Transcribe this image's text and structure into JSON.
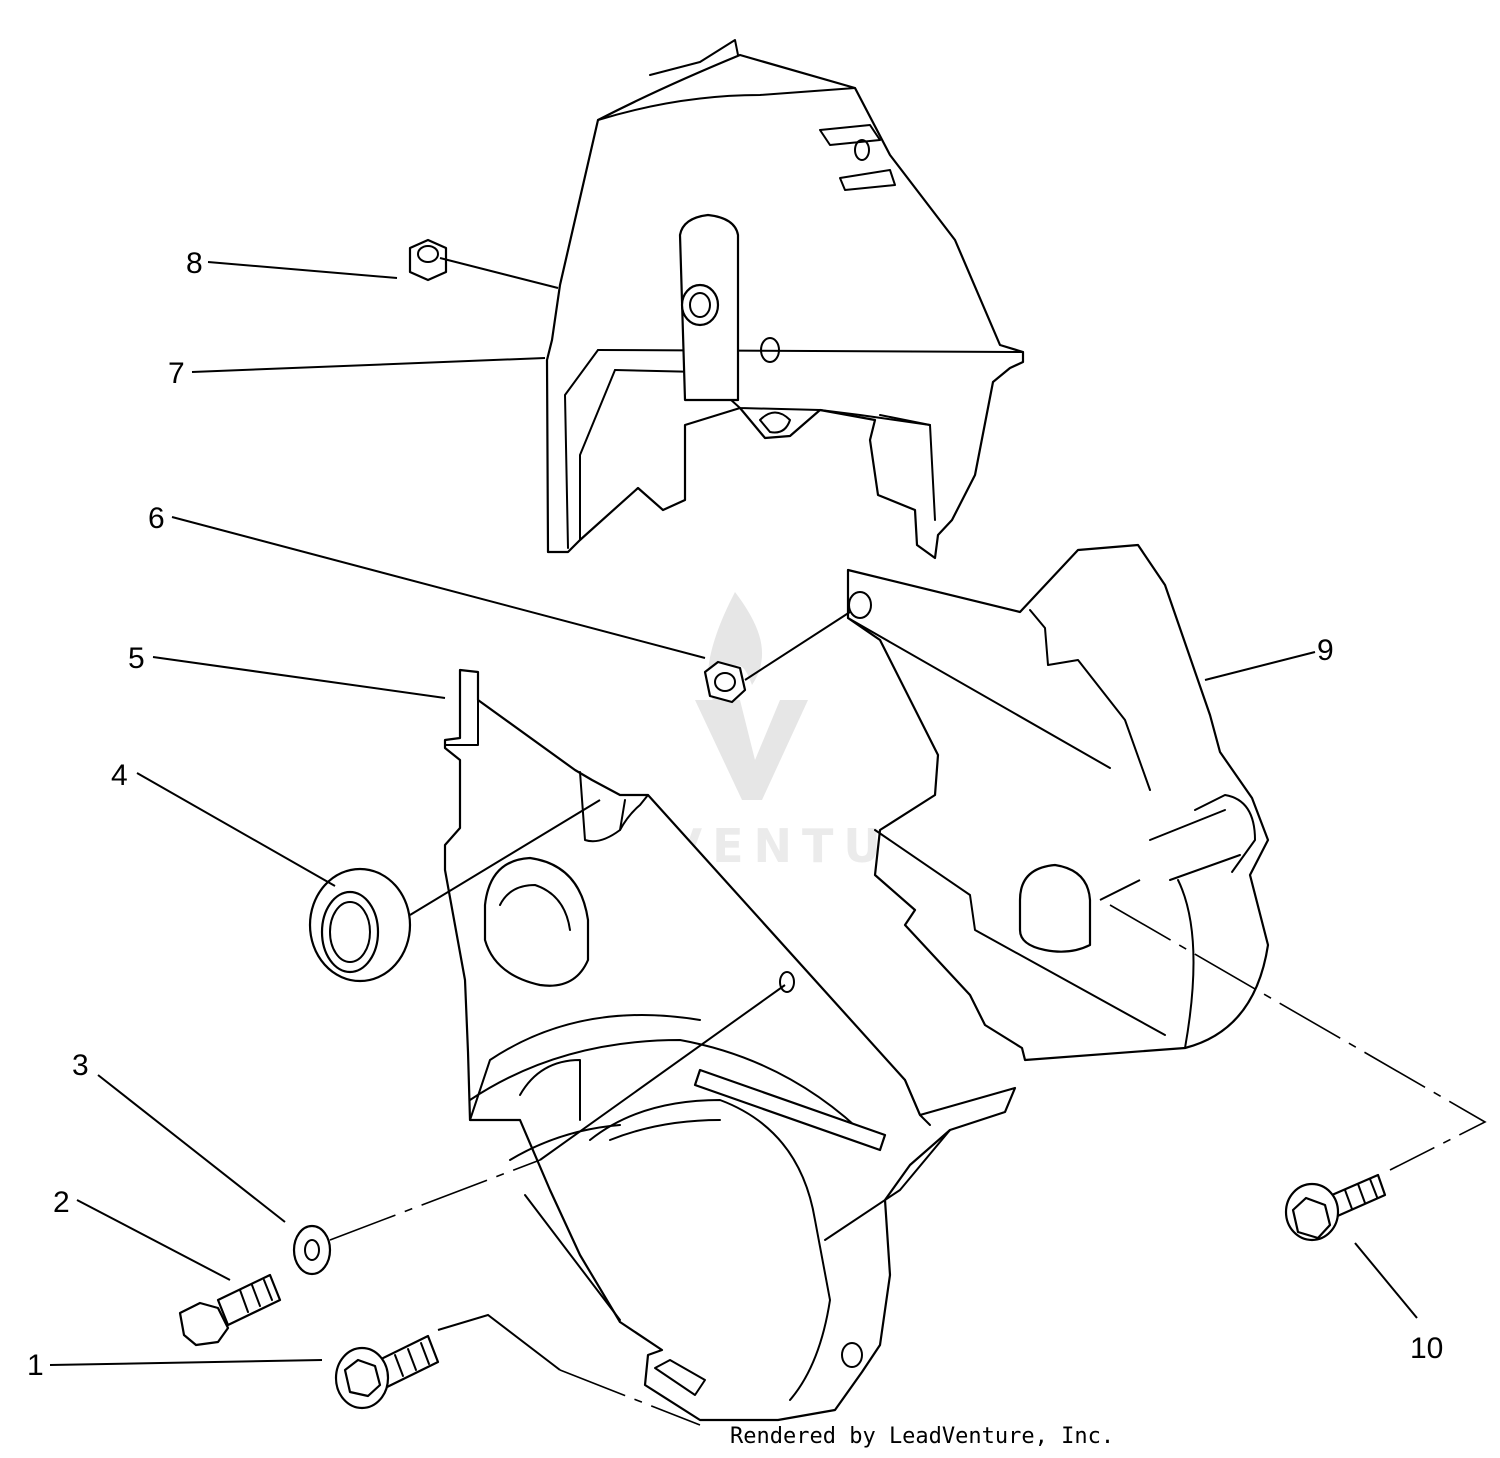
{
  "callouts": [
    {
      "id": "1",
      "label": "1"
    },
    {
      "id": "2",
      "label": "2"
    },
    {
      "id": "3",
      "label": "3"
    },
    {
      "id": "4",
      "label": "4"
    },
    {
      "id": "5",
      "label": "5"
    },
    {
      "id": "6",
      "label": "6"
    },
    {
      "id": "7",
      "label": "7"
    },
    {
      "id": "8",
      "label": "8"
    },
    {
      "id": "9",
      "label": "9"
    },
    {
      "id": "10",
      "label": "10"
    }
  ],
  "watermark": {
    "text": "LEADVENTURE"
  },
  "footer": {
    "credit": "Rendered by LeadVenture, Inc."
  }
}
